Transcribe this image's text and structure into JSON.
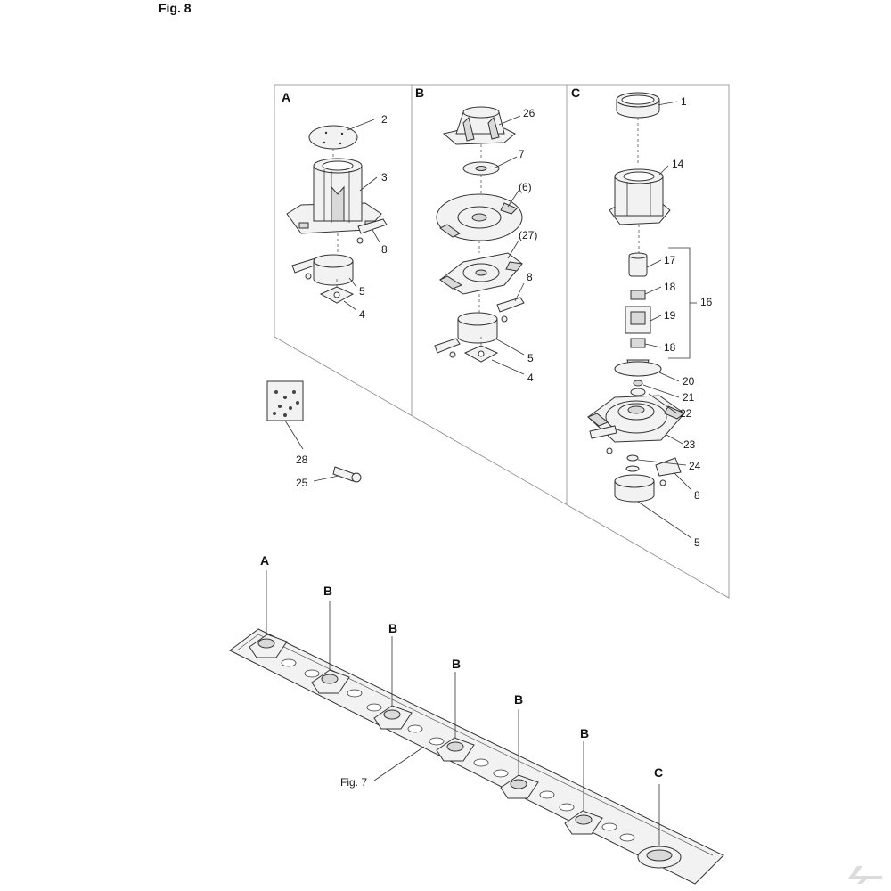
{
  "figure_title": "Fig. 8",
  "bar_reference": "Fig. 7",
  "sections": {
    "a": "A",
    "b": "B",
    "c": "C"
  },
  "section_a_callouts": [
    "2",
    "3",
    "8",
    "5",
    "4"
  ],
  "section_b_callouts": [
    "26",
    "7",
    "(6)",
    "(27)",
    "8",
    "5",
    "4"
  ],
  "section_c_callouts": [
    "1",
    "14",
    "17",
    "18",
    "16",
    "19",
    "18",
    "20",
    "21",
    "22",
    "23",
    "24",
    "8",
    "5"
  ],
  "loose_callouts": [
    "28",
    "25"
  ],
  "bar_station_labels": [
    "A",
    "B",
    "B",
    "B",
    "B",
    "B",
    "C"
  ]
}
